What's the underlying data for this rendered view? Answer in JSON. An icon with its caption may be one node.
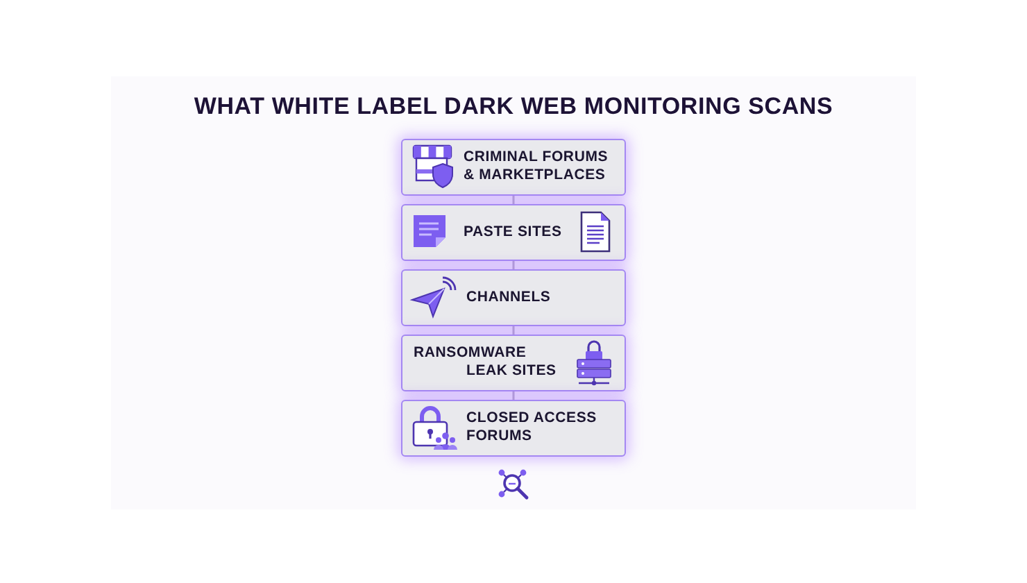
{
  "diagram": {
    "title": "WHAT WHITE LABEL DARK WEB MONITORING SCANS",
    "nodes": [
      {
        "text": [
          "CRIMINAL FORUMS & MARKETPLACES"
        ]
      },
      {
        "text": [
          "PASTE SITES"
        ]
      },
      {
        "text": [
          "CHANNELS"
        ]
      },
      {
        "text": [
          "RANSOMWARE LEAK SITES"
        ]
      },
      {
        "text": [
          "CLOSED ACCESS FORUMS"
        ]
      }
    ],
    "edges": [
      {
        "from": 0,
        "to": 1,
        "arrow": "none"
      },
      {
        "from": 1,
        "to": 2,
        "arrow": "none"
      },
      {
        "from": 2,
        "to": 3,
        "arrow": "none"
      },
      {
        "from": 3,
        "to": 4,
        "arrow": "none"
      }
    ]
  }
}
